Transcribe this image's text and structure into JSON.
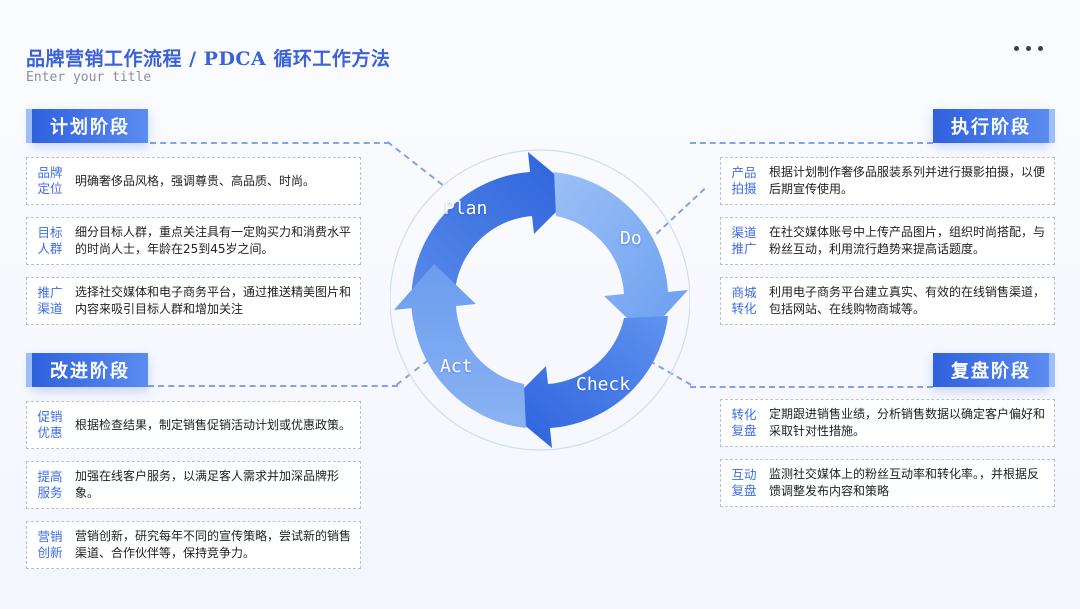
{
  "header": {
    "title": "品牌营销工作流程 / PDCA 循环工作方法",
    "subtitle": "Enter your title",
    "menu_icon": "more-dots-icon"
  },
  "cycle": {
    "plan": "Plan",
    "do": "Do",
    "check": "Check",
    "act": "Act"
  },
  "stages": {
    "plan": {
      "label": "计划阶段",
      "items": [
        {
          "key": "品牌\n定位",
          "text": "明确奢侈品风格，强调尊贵、高品质、时尚。"
        },
        {
          "key": "目标\n人群",
          "text": "细分目标人群，重点关注具有一定购买力和消费水平的时尚人士，年龄在25到45岁之间。"
        },
        {
          "key": "推广\n渠道",
          "text": "选择社交媒体和电子商务平台，通过推送精美图片和内容来吸引目标人群和增加关注"
        }
      ]
    },
    "do": {
      "label": "执行阶段",
      "items": [
        {
          "key": "产品\n拍摄",
          "text": "根据计划制作奢侈品服装系列并进行摄影拍摄，以便后期宣传使用。"
        },
        {
          "key": "渠道\n推广",
          "text": "在社交媒体账号中上传产品图片，组织时尚搭配，与粉丝互动，利用流行趋势来提高话题度。"
        },
        {
          "key": "商城\n转化",
          "text": "利用电子商务平台建立真实、有效的在线销售渠道，包括网站、在线购物商城等。"
        }
      ]
    },
    "act": {
      "label": "改进阶段",
      "items": [
        {
          "key": "促销\n优惠",
          "text": "根据检查结果，制定销售促销活动计划或优惠政策。"
        },
        {
          "key": "提高\n服务",
          "text": "加强在线客户服务，以满足客人需求并加深品牌形象。"
        },
        {
          "key": "营销\n创新",
          "text": "营销创新，研究每年不同的宣传策略，尝试新的销售渠道、合作伙伴等，保持竞争力。"
        }
      ]
    },
    "check": {
      "label": "复盘阶段",
      "items": [
        {
          "key": "转化\n复盘",
          "text": "定期跟进销售业绩，分析销售数据以确定客户偏好和采取针对性措施。"
        },
        {
          "key": "互动\n复盘",
          "text": "监测社交媒体上的粉丝互动率和转化率。，并根据反馈调整发布内容和策略"
        }
      ]
    }
  }
}
